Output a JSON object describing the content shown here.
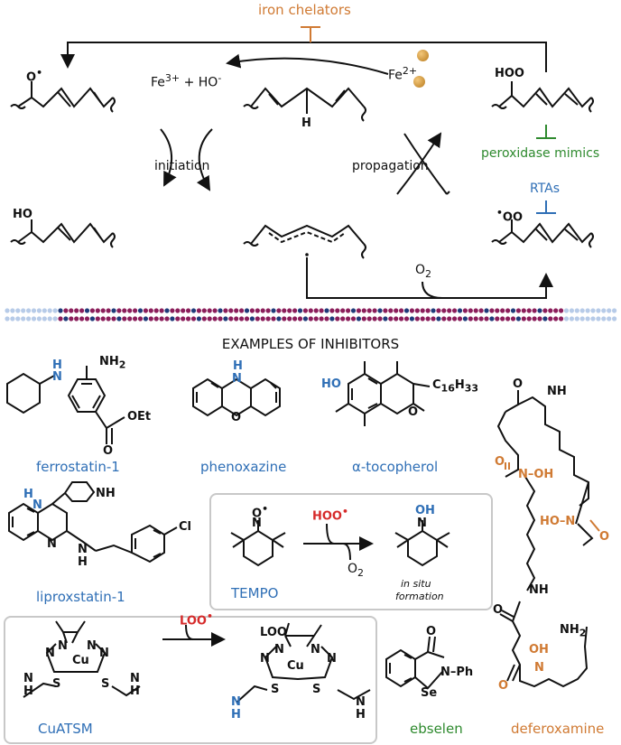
{
  "cycle": {
    "iron_chelators": "iron chelators",
    "fe3": "Fe",
    "fe3_sup": "3+",
    "fe3_rest": " + HO",
    "fe3_minus": "-",
    "fe2": "Fe",
    "fe2_sup": "2+",
    "initiation": "initiation",
    "propagation": "propagation",
    "peroxidase_mimics": "peroxidase mimics",
    "rtas": "RTAs",
    "o2": "O",
    "o2_sub": "2",
    "h": "H",
    "ho_top": "O",
    "ho_mid": "HO",
    "hoo": "HOO",
    "ooradical": "OO"
  },
  "section_title": "EXAMPLES OF INHIBITORS",
  "inhibitors": {
    "ferrostatin": "ferrostatin-1",
    "phenoxazine": "phenoxazine",
    "tocopherol": "α-tocopherol",
    "liproxstatin": "liproxstatin-1",
    "tempo": "TEMPO",
    "in_situ_1": "in situ",
    "in_situ_2": "formation",
    "cuatsm": "CuATSM",
    "ebselen": "ebselen",
    "deferoxamine": "deferoxamine"
  },
  "atoms": {
    "nh2": "NH",
    "nh2_sub": "2",
    "h_blue": "H",
    "n_blue": "N",
    "oet": "OEt",
    "o": "O",
    "ho_blue": "HO",
    "c16": "C",
    "c16_sub": "16",
    "c16_h": "H",
    "c16_h_sub": "33",
    "nh": "NH",
    "n": "N",
    "cl": "Cl",
    "hoo_red": "HOO",
    "oh_blue": "OH",
    "loo_red": "LOO",
    "loo": "LOO",
    "cu": "Cu",
    "s": "S",
    "se": "Se",
    "nph": "N–Ph",
    "nohi": "N–OH",
    "hon": "HO–N"
  }
}
